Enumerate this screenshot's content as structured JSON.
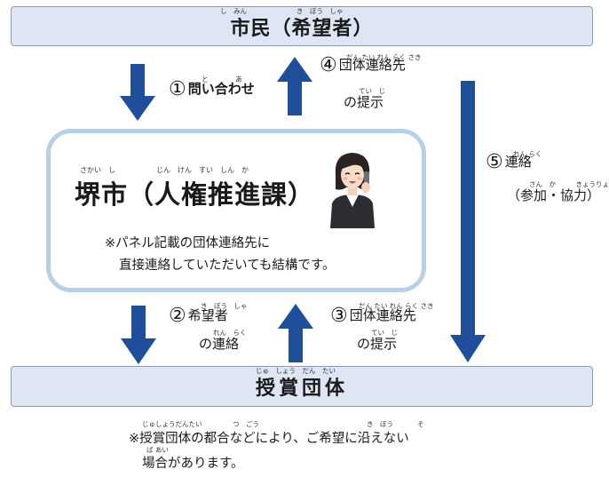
{
  "top_bar": {
    "title": "市民（希望者）",
    "ruby_shimin": "し　みん",
    "ruby_kibousha": "き　ぼう　しゃ"
  },
  "center": {
    "title": "堺市（人権推進課）",
    "ruby_sakaishi": "さかい　し",
    "ruby_jinken": "じん　けん　すい　しん　か",
    "note_line1": "※パネル記載の団体連絡先に",
    "note_line2": "直接連絡していただいても結構です。"
  },
  "bottom_bar": {
    "title": "授賞団体",
    "ruby": "じゅ　しょう　だん　たい"
  },
  "steps": {
    "s1": {
      "num": "①",
      "text": "問い合わせ",
      "ruby_to": "と",
      "ruby_a": "あ"
    },
    "s2": {
      "num": "②",
      "line1": "希望者",
      "line2": "の連絡",
      "ruby1": "き　ぼう　しゃ",
      "ruby2": "れん　らく"
    },
    "s3": {
      "num": "③",
      "line1": "団体連絡先",
      "line2": "の提示",
      "ruby1": "だん たい れん らく さき",
      "ruby2": "てい　じ"
    },
    "s4": {
      "num": "④",
      "line1": "団体連絡先",
      "line2": "の提示",
      "ruby1": "だん たい れん らく さき",
      "ruby2": "てい　じ"
    },
    "s5": {
      "num": "⑤",
      "line1": "連絡",
      "line2": "（参加・協力）",
      "ruby1": "れん らく",
      "ruby2": "さん　か　　　きょうりょく"
    }
  },
  "footnote": {
    "line1": "※授賞団体の都合などにより、ご希望に沿えない",
    "line2": "場合があります。",
    "ruby_line1_a": "じゅしょうだんたい",
    "ruby_line1_b": "つ　ごう",
    "ruby_line1_c": "き　ぼう",
    "ruby_line1_d": "そ",
    "ruby_line2": "ば あい"
  },
  "colors": {
    "arrow": "#1f4e9a",
    "bar_fill": "#dde6f2",
    "center_border": "#b8d0e6"
  },
  "icons": {
    "person": "woman-on-phone-illustration"
  }
}
